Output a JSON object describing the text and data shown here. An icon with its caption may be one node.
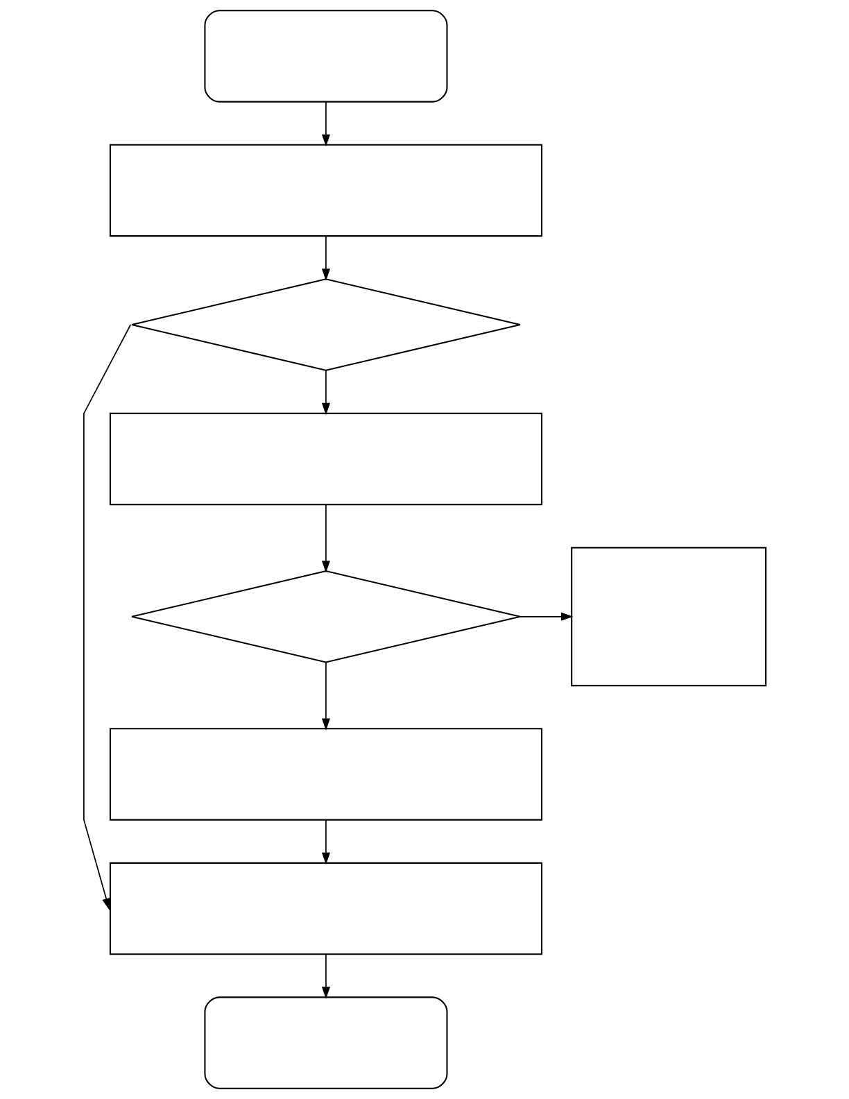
{
  "diagram": {
    "nodes": [
      {
        "text": [],
        "shape": "oval"
      },
      {
        "text": [],
        "shape": "box"
      },
      {
        "text": [],
        "shape": "diamond"
      },
      {
        "text": [],
        "shape": "box"
      },
      {
        "text": [],
        "shape": "diamond"
      },
      {
        "text": [],
        "shape": "box"
      },
      {
        "text": [],
        "shape": "box"
      },
      {
        "text": [],
        "shape": "box"
      },
      {
        "text": [],
        "shape": "oval"
      }
    ],
    "edges": [
      {
        "from": 0,
        "to": 1,
        "arrow": "to"
      },
      {
        "from": 1,
        "to": 2,
        "arrow": "to"
      },
      {
        "from": 2,
        "to": 3,
        "arrow": "to"
      },
      {
        "from": 2,
        "to": 7,
        "arrow": "to"
      },
      {
        "from": 3,
        "to": 4,
        "arrow": "to"
      },
      {
        "from": 4,
        "to": 5,
        "arrow": "to"
      },
      {
        "from": 4,
        "to": 6,
        "arrow": "to"
      },
      {
        "from": 6,
        "to": 7,
        "arrow": "to"
      },
      {
        "from": 7,
        "to": 8,
        "arrow": "to"
      }
    ]
  }
}
